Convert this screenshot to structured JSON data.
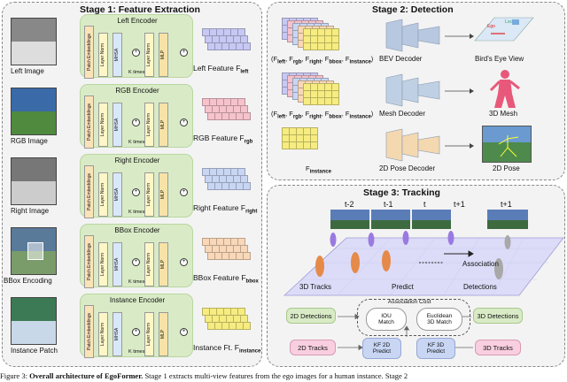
{
  "stage1": {
    "title": "Stage 1: Feature Extraction",
    "encoders": [
      {
        "name": "Left Encoder",
        "input": "Left Image",
        "feature": "Left Feature F",
        "sub": "left",
        "color": "#c8c8f4"
      },
      {
        "name": "RGB Encoder",
        "input": "RGB Image",
        "feature": "RGB Feature F",
        "sub": "rgb",
        "color": "#f6c2cc"
      },
      {
        "name": "Right Encoder",
        "input": "Right Image",
        "feature": "Right Feature F",
        "sub": "right",
        "color": "#c8d6f4"
      },
      {
        "name": "BBox Encoder",
        "input": "BBox Encoding",
        "feature": "BBox Feature F",
        "sub": "bbox",
        "color": "#f8d8b8"
      },
      {
        "name": "Instance Encoder",
        "input": "Instance Patch",
        "feature": "Instance Ft. F",
        "sub": "instance",
        "color": "#f6ec80"
      }
    ],
    "blocks": {
      "patch": "Patch Embeddings",
      "ln1": "Layer Norm",
      "mhsa": "MHSA",
      "ln2": "Layer Norm",
      "mlp": "MLP"
    },
    "ktimes": "K times"
  },
  "stage2": {
    "title": "Stage 2: Detection",
    "rows": [
      {
        "inputs": "(F",
        "subs": [
          "left",
          "rgb",
          "right",
          "bbox",
          "instance"
        ],
        "decoder": "BEV Decoder",
        "output": "Bird's Eye View"
      },
      {
        "inputs": "(F",
        "subs": [
          "left",
          "rgb",
          "right",
          "bbox",
          "instance"
        ],
        "decoder": "Mesh Decoder",
        "output": "3D Mesh"
      },
      {
        "inputs": "F",
        "subs": [
          "instance"
        ],
        "decoder": "2D Pose Decoder",
        "output": "2D Pose"
      }
    ],
    "bev_tags": {
      "ego": "Ego",
      "loc": "Loc"
    }
  },
  "stage3": {
    "title": "Stage 3: Tracking",
    "frames": [
      "t-2",
      "t-1",
      "t",
      "t+1"
    ],
    "frame_right": "t+1",
    "labels": {
      "tracks": "3D Tracks",
      "predict": "Predict",
      "association": "Association",
      "detections": "Detections"
    },
    "assoc_cost": "Association Cost",
    "iou": "IOU\nMatch",
    "euclid": "Euclidean\n3D Match",
    "det2d": "2D Detections",
    "det3d": "3D Detections",
    "tracks2d": "2D Tracks",
    "tracks3d": "3D Tracks",
    "kf2d": "KF 2D\nPredict",
    "kf3d": "KF 3D\nPredict"
  },
  "caption": {
    "prefix": "Figure 3: ",
    "bold": "Overall architecture of EgoFormer.",
    "rest": " Stage 1 extracts multi-view features from the ego images for a human instance. Stage 2"
  }
}
